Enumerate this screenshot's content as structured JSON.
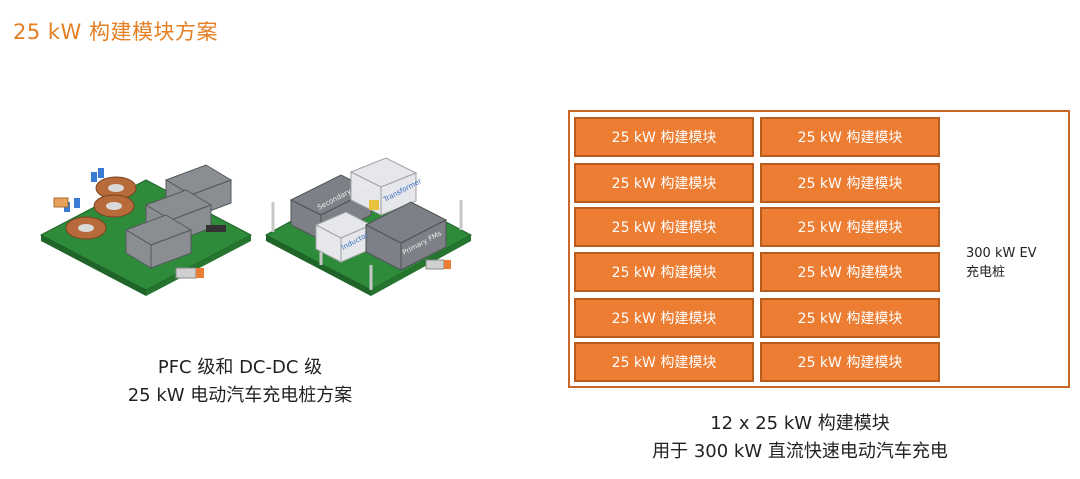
{
  "page_title": "25 kW  构建模块方案",
  "left_caption": {
    "line1": "PFC 级和 DC-DC 级",
    "line2": "25 kW  电动汽车充电桩方案"
  },
  "photo_labels": {
    "secondary": "Secondary FMs",
    "transformer": "Transformer",
    "inductor": "Inductor",
    "primary": "Primary FMs"
  },
  "modules": {
    "label": "25 kW  构建模块",
    "count": 12
  },
  "station": {
    "line1": "300 kW EV",
    "line2": "充电桩"
  },
  "right_caption": {
    "line1": "12 x 25 kW  构建模块",
    "line2": "用于  300 kW  直流快速电动汽车充电"
  },
  "colors": {
    "accent": "#e67e22",
    "module_fill": "#ec7d32",
    "module_border": "#b85d1e",
    "pcb_green": "#2e8b3a"
  }
}
